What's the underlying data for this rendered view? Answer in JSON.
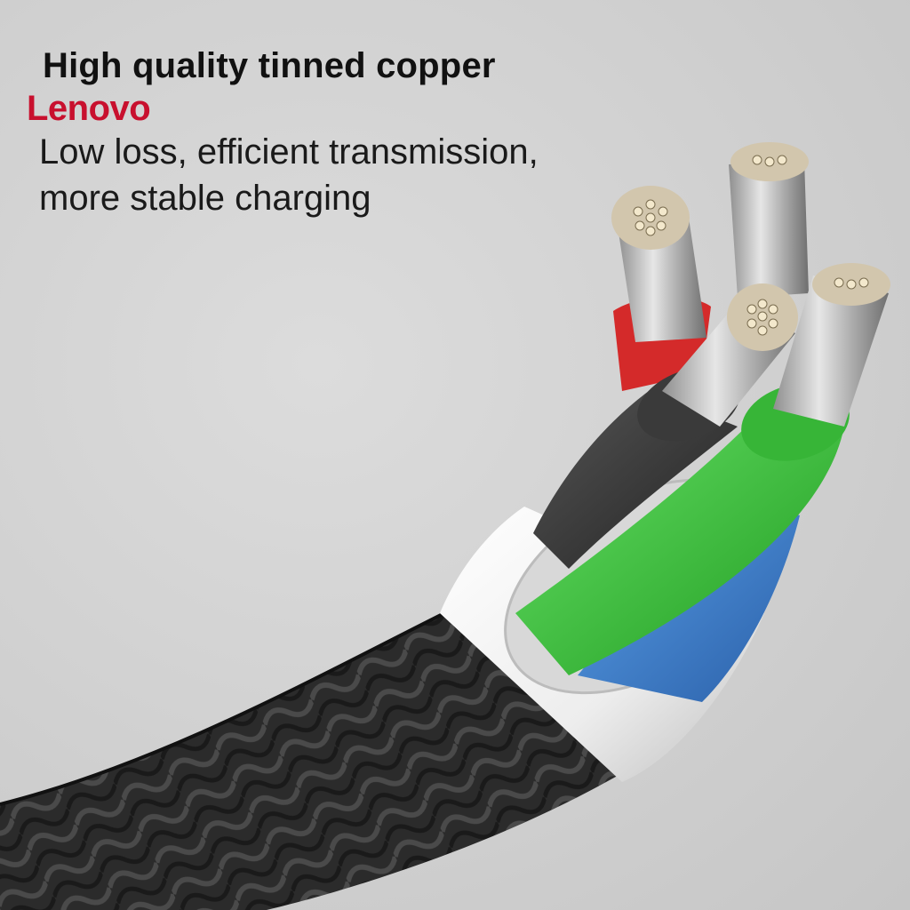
{
  "ad": {
    "headline": "High quality tinned copper",
    "brand": "Lenovo",
    "subline": [
      "Low loss, efficient transmission,",
      "more stable charging"
    ]
  },
  "colors": {
    "brand": "#c8102e",
    "text": "#111111",
    "background": "#d4d4d4",
    "wire_red": "#d42a2a",
    "wire_black": "#3a3a3a",
    "wire_green": "#3bc43b",
    "wire_blue": "#3b7fd0",
    "jacket_white": "#f2f2f2",
    "braid": "#2a2a2a",
    "copper_strand": "#e9d9b4"
  },
  "illustration": {
    "subject": "braided-usb-cable-cross-section",
    "wires": [
      "red",
      "black",
      "green",
      "blue"
    ]
  }
}
